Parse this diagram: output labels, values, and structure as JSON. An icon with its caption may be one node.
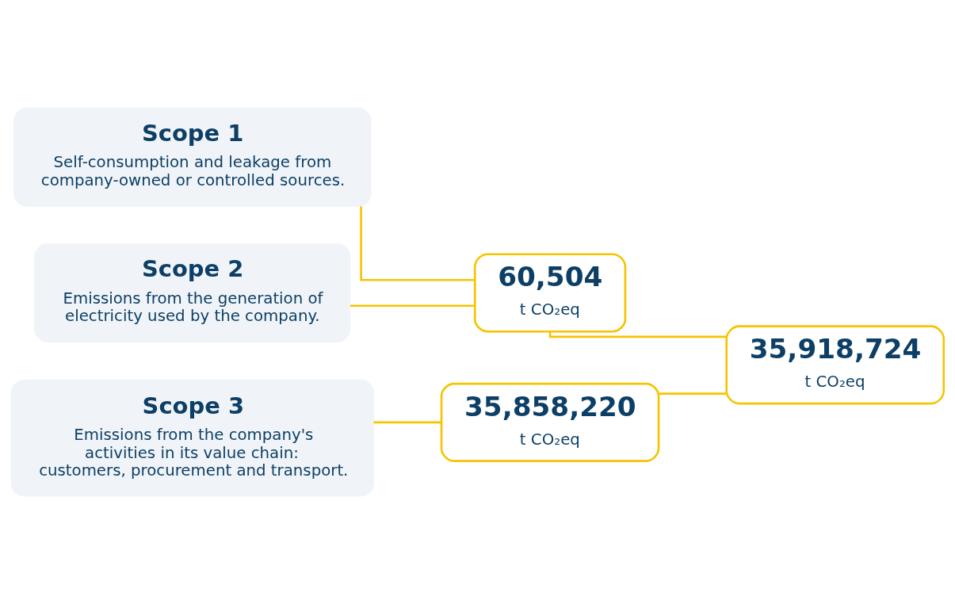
{
  "diagram": {
    "nodes": [
      {
        "text": [
          "Scope 1",
          "Self-consumption and leakage from company-owned or controlled sources."
        ]
      },
      {
        "text": [
          "Scope 2",
          "Emissions from the generation of electricity used by the company."
        ]
      },
      {
        "text": [
          "Scope 3",
          "Emissions from the company's activities in its value chain: customers, procurement and transport."
        ]
      },
      {
        "text": [
          "60,504",
          "t CO₂eq"
        ]
      },
      {
        "text": [
          "35,918,724",
          "t CO₂eq"
        ]
      },
      {
        "text": [
          "35,858,220",
          "t CO₂eq"
        ]
      }
    ],
    "edges": [
      {
        "from": 0,
        "to": 3,
        "arrow": "none"
      },
      {
        "from": 1,
        "to": 3,
        "arrow": "none"
      },
      {
        "from": 2,
        "to": 5,
        "arrow": "none"
      },
      {
        "from": 3,
        "to": 4,
        "arrow": "none"
      },
      {
        "from": 5,
        "to": 4,
        "arrow": "none"
      }
    ]
  }
}
